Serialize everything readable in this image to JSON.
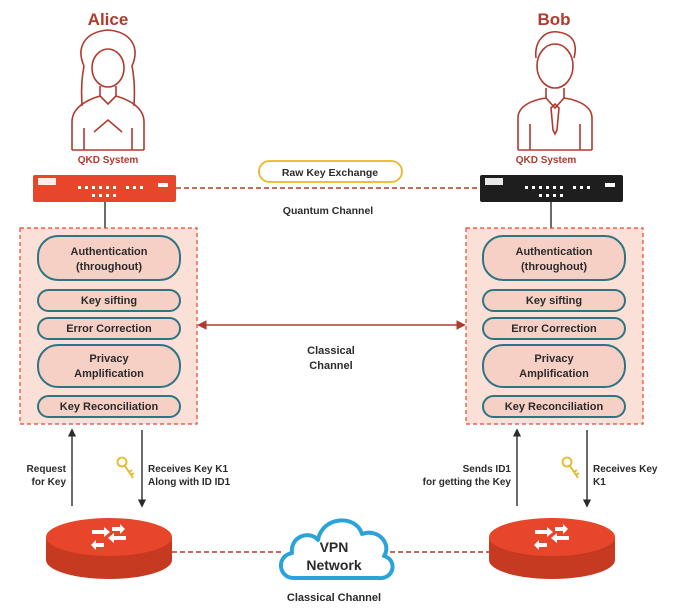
{
  "colors": {
    "accent": "#b03a2e",
    "red_device": "#e8462a",
    "black_device": "#1e1e1e",
    "panel_fill": "#fbe0d8",
    "pill_fill": "#f6cfc5",
    "pill_border": "#2e7483",
    "highlight_border": "#e8b829",
    "cloud_border": "#2aa4d8",
    "text": "#2b2b2b"
  },
  "alice": {
    "name": "Alice",
    "system_label": "QKD System",
    "stack": [
      "Authentication (throughout)",
      "Key sifting",
      "Error Correction",
      "Privacy Amplification",
      "Key Reconciliation"
    ],
    "up_label": "Request for Key",
    "down_label": "Receives Key K1 Along with ID ID1"
  },
  "bob": {
    "name": "Bob",
    "system_label": "QKD System",
    "stack": [
      "Authentication (throughout)",
      "Key sifting",
      "Error Correction",
      "Privacy Amplification",
      "Key Reconciliation"
    ],
    "up_label": "Sends ID1 for getting the Key",
    "down_label": "Receives Key K1"
  },
  "raw_key_label": "Raw Key Exchange",
  "quantum_channel_label": "Quantum Channel",
  "classical_channel_mid_label": "Classical Channel",
  "vpn_label": "VPN Network",
  "classical_channel_bottom_label": "Classical Channel",
  "icons": [
    "person-icon",
    "qkd-device-icon",
    "key-icon",
    "router-icon",
    "cloud-icon"
  ]
}
